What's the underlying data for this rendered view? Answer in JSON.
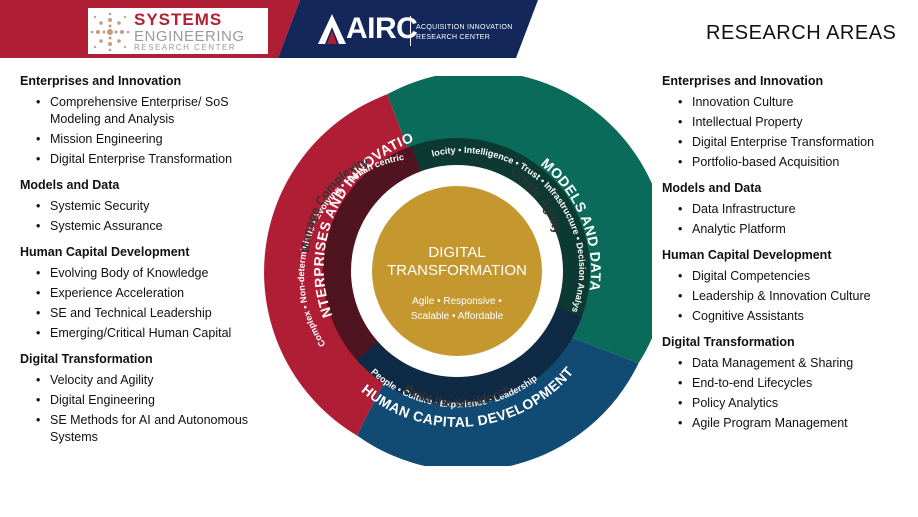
{
  "header": {
    "seri_logo": {
      "line1": "SYSTEMS",
      "line2": "ENGINEERING",
      "line3": "RESEARCH CENTER"
    },
    "airc_logo": {
      "word": "AIRC",
      "sub1": "ACQUISITION INNOVATION",
      "sub2": "RESEARCH CENTER"
    },
    "page_title": "RESEARCH AREAS",
    "colors": {
      "red": "#b01e36",
      "navy": "#13275b"
    }
  },
  "left_panel": {
    "sections": [
      {
        "title": "Enterprises and Innovation",
        "items": [
          "Comprehensive Enterprise/ SoS Modeling and Analysis",
          "Mission Engineering",
          "Digital Enterprise Transformation"
        ]
      },
      {
        "title": "Models and Data",
        "items": [
          "Systemic Security",
          "Systemic Assurance"
        ]
      },
      {
        "title": "Human Capital Development",
        "items": [
          "Evolving Body of Knowledge",
          "Experience Acceleration",
          "SE and Technical Leadership",
          "Emerging/Critical Human Capital"
        ]
      },
      {
        "title": "Digital Transformation",
        "items": [
          "Velocity and Agility",
          "Digital Engineering",
          "SE Methods for AI and Autonomous Systems"
        ]
      }
    ]
  },
  "right_panel": {
    "sections": [
      {
        "title": "Enterprises and Innovation",
        "items": [
          "Innovation Culture",
          "Intellectual Property",
          "Digital Enterprise Transformation",
          "Portfolio-based Acquisition"
        ]
      },
      {
        "title": "Models and Data",
        "items": [
          "Data Infrastructure",
          "Analytic Platform"
        ]
      },
      {
        "title": "Human Capital Development",
        "items": [
          "Digital Competencies",
          "Leadership & Innovation Culture",
          "Cognitive Assistants"
        ]
      },
      {
        "title": "Digital Transformation",
        "items": [
          "Data Management & Sharing",
          "End-to-end Lifecycles",
          "Policy Analytics",
          "Agile Program Management"
        ]
      }
    ]
  },
  "diagram": {
    "outer": {
      "enterprises": "ENTERPRISES AND INNOVATION",
      "models": "MODELS AND DATA",
      "human": "HUMAN CAPITAL DEVELOPMENT"
    },
    "middle": {
      "left": "Complex • Non-deterministic • Evolving • Human centric",
      "top": "Velocity • Intelligence • Trust • Infrastructure • Decision Analysis",
      "bottom": "People • Culture • Experience • Leadership"
    },
    "ring": {
      "manage": "Manage Complexity",
      "create": "Create Agility",
      "build": "Build the Workforce"
    },
    "core": {
      "title1": "DIGITAL",
      "title2": "TRANSFORMATION",
      "sub1": "Agile • Responsive •",
      "sub2": "Scalable • Affordable"
    },
    "colors": {
      "red": "#b01e36",
      "teal": "#0b6b5a",
      "blue": "#114a72",
      "gold": "#c4982f"
    }
  }
}
